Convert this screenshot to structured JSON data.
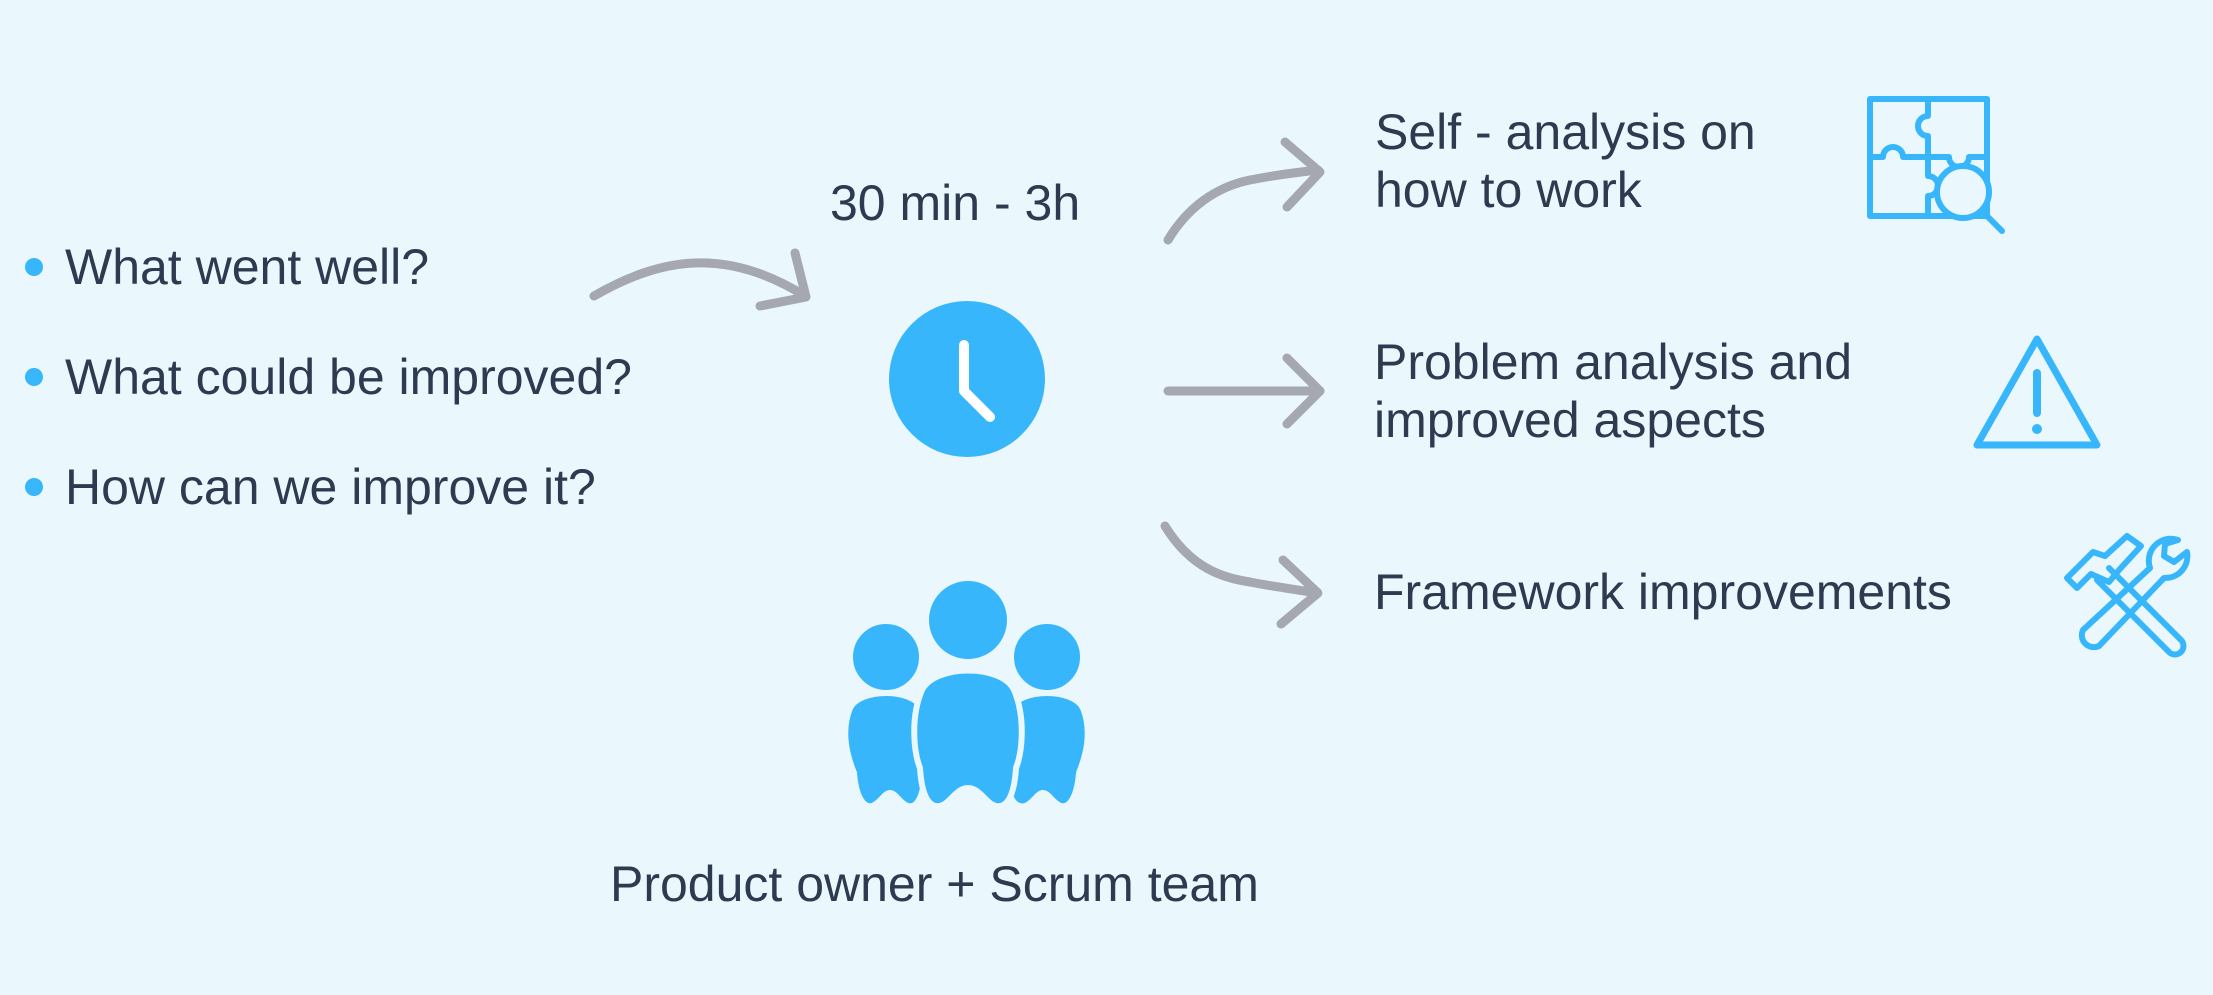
{
  "questions": [
    {
      "label": "What went well?"
    },
    {
      "label": "What could be improved?"
    },
    {
      "label": "How can we improve it?"
    }
  ],
  "duration": "30 min - 3h",
  "outcomes": [
    {
      "lines": [
        "Self - analysis on",
        "how to work"
      ],
      "icon": "puzzle-search-icon"
    },
    {
      "lines": [
        "Problem analysis and",
        "improved aspects"
      ],
      "icon": "warning-icon"
    },
    {
      "lines": [
        "Framework improvements"
      ],
      "icon": "tools-icon"
    }
  ],
  "participants": "Product owner  + Scrum team",
  "colors": {
    "background": "#eaf8fe",
    "accent": "#38b6fc",
    "arrow": "#a5a8b0",
    "text": "#2e3a4f"
  }
}
